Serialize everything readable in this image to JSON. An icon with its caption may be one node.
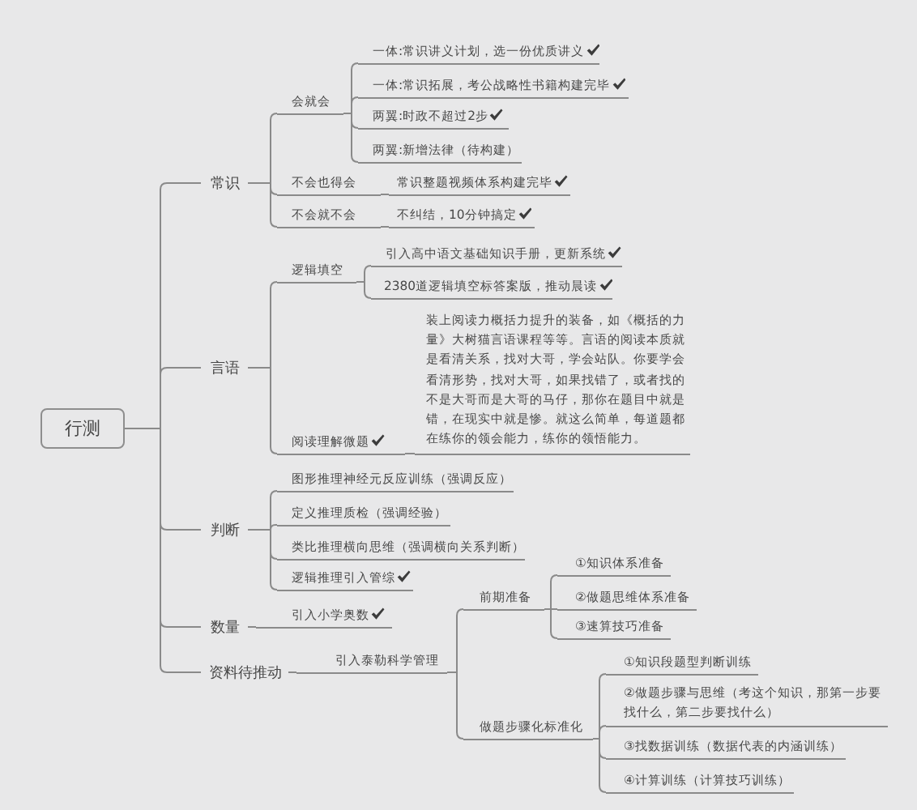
{
  "diagram": {
    "nodes": [
      {
        "text": [
          "行测"
        ]
      },
      {
        "text": [
          "常识"
        ]
      },
      {
        "text": [
          "会就会"
        ]
      },
      {
        "text": [
          "一体:常识讲义计划，选一份优质讲义"
        ]
      },
      {
        "text": [
          "一体:常识拓展，考公战略性书籍构建完毕"
        ]
      },
      {
        "text": [
          "两翼:时政不超过2步"
        ]
      },
      {
        "text": [
          "两翼:新增法律（待构建）"
        ]
      },
      {
        "text": [
          "不会也得会"
        ]
      },
      {
        "text": [
          "常识整题视频体系构建完毕"
        ]
      },
      {
        "text": [
          "不会就不会"
        ]
      },
      {
        "text": [
          "不纠结，10分钟搞定"
        ]
      },
      {
        "text": [
          "言语"
        ]
      },
      {
        "text": [
          "逻辑填空"
        ]
      },
      {
        "text": [
          "引入高中语文基础知识手册，更新系统"
        ]
      },
      {
        "text": [
          "2380道逻辑填空标答案版，推动晨读"
        ]
      },
      {
        "text": [
          "阅读理解微题"
        ]
      },
      {
        "text": [
          "装上阅读力概括力提升的装备，如《概括的力量》大树猫言语课程等等。言语的阅读本质就是看清关系，找对大哥，学会站队。你要学会看清形势，找对大哥，如果找错了，或者找的不是大哥而是大哥的马仔，那你在题目中就是错，在现实中就是惨。就这么简单，每道题都在练你的领会能力，练你的领悟能力。"
        ]
      },
      {
        "text": [
          "判断"
        ]
      },
      {
        "text": [
          "图形推理神经元反应训练（强调反应）"
        ]
      },
      {
        "text": [
          "定义推理质检（强调经验）"
        ]
      },
      {
        "text": [
          "类比推理横向思维（强调横向关系判断）"
        ]
      },
      {
        "text": [
          "逻辑推理引入管综"
        ]
      },
      {
        "text": [
          "数量"
        ]
      },
      {
        "text": [
          "引入小学奥数"
        ]
      },
      {
        "text": [
          "资料待推动"
        ]
      },
      {
        "text": [
          "引入泰勒科学管理"
        ]
      },
      {
        "text": [
          "前期准备"
        ]
      },
      {
        "text": [
          "①知识体系准备"
        ]
      },
      {
        "text": [
          "②做题思维体系准备"
        ]
      },
      {
        "text": [
          "③速算技巧准备"
        ]
      },
      {
        "text": [
          "做题步骤化标准化"
        ]
      },
      {
        "text": [
          "①知识段题型判断训练"
        ]
      },
      {
        "text": [
          "②做题步骤与思维（考这个知识，那第一步要找什么，第二步要找什么）"
        ]
      },
      {
        "text": [
          "③找数据训练（数据代表的内涵训练）"
        ]
      },
      {
        "text": [
          "④计算训练（计算技巧训练）"
        ]
      }
    ],
    "edges": [
      {
        "from": 0,
        "to": 1,
        "arrow": "none"
      },
      {
        "from": 0,
        "to": 11,
        "arrow": "none"
      },
      {
        "from": 0,
        "to": 17,
        "arrow": "none"
      },
      {
        "from": 0,
        "to": 22,
        "arrow": "none"
      },
      {
        "from": 0,
        "to": 24,
        "arrow": "none"
      },
      {
        "from": 1,
        "to": 2,
        "arrow": "none"
      },
      {
        "from": 1,
        "to": 7,
        "arrow": "none"
      },
      {
        "from": 1,
        "to": 9,
        "arrow": "none"
      },
      {
        "from": 2,
        "to": 3,
        "arrow": "none"
      },
      {
        "from": 2,
        "to": 4,
        "arrow": "none"
      },
      {
        "from": 2,
        "to": 5,
        "arrow": "none"
      },
      {
        "from": 2,
        "to": 6,
        "arrow": "none"
      },
      {
        "from": 7,
        "to": 8,
        "arrow": "none"
      },
      {
        "from": 9,
        "to": 10,
        "arrow": "none"
      },
      {
        "from": 11,
        "to": 12,
        "arrow": "none"
      },
      {
        "from": 11,
        "to": 15,
        "arrow": "none"
      },
      {
        "from": 12,
        "to": 13,
        "arrow": "none"
      },
      {
        "from": 12,
        "to": 14,
        "arrow": "none"
      },
      {
        "from": 15,
        "to": 16,
        "arrow": "none"
      },
      {
        "from": 17,
        "to": 18,
        "arrow": "none"
      },
      {
        "from": 17,
        "to": 19,
        "arrow": "none"
      },
      {
        "from": 17,
        "to": 20,
        "arrow": "none"
      },
      {
        "from": 17,
        "to": 21,
        "arrow": "none"
      },
      {
        "from": 22,
        "to": 23,
        "arrow": "none"
      },
      {
        "from": 24,
        "to": 25,
        "arrow": "none"
      },
      {
        "from": 25,
        "to": 26,
        "arrow": "none"
      },
      {
        "from": 25,
        "to": 30,
        "arrow": "none"
      },
      {
        "from": 26,
        "to": 27,
        "arrow": "none"
      },
      {
        "from": 26,
        "to": 28,
        "arrow": "none"
      },
      {
        "from": 26,
        "to": 29,
        "arrow": "none"
      },
      {
        "from": 30,
        "to": 31,
        "arrow": "none"
      },
      {
        "from": 30,
        "to": 32,
        "arrow": "none"
      },
      {
        "from": 30,
        "to": 33,
        "arrow": "none"
      },
      {
        "from": 30,
        "to": 34,
        "arrow": "none"
      }
    ]
  }
}
